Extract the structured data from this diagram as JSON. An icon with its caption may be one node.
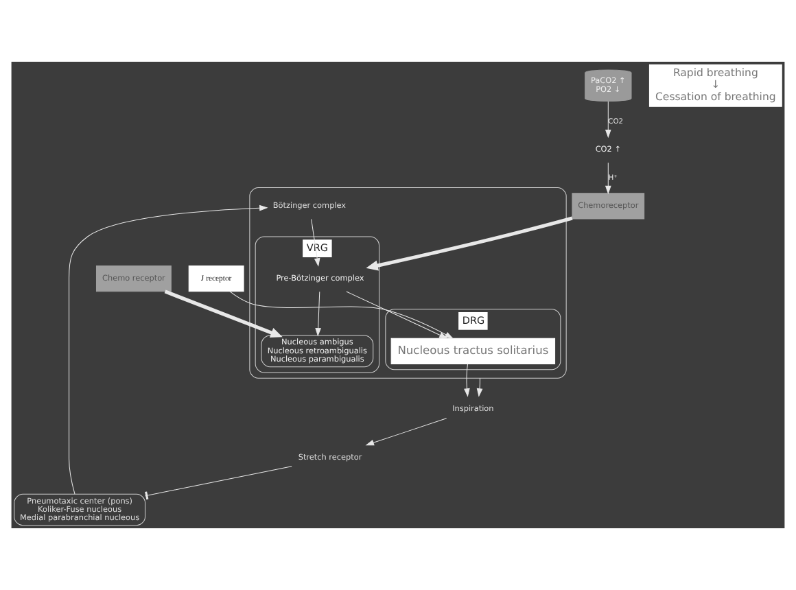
{
  "diagram": {
    "nodes": [
      {
        "text": [
          "PaCO2 ↑",
          "PO2 ↓"
        ]
      },
      {
        "text": [
          "CO2 ↑"
        ]
      },
      {
        "text": [
          "Chemoreceptor"
        ]
      },
      {
        "text": [
          "Chemo receptor"
        ]
      },
      {
        "text": [
          "Pneumotaxic center (pons)",
          "Koliker-Fuse nucleous",
          "Medial parabranchial nucleous"
        ]
      },
      {
        "text": [],
        "shape": "box"
      },
      {
        "text": [
          "Bötzinger complex"
        ],
        "in": 5
      },
      {
        "text": [
          "VRG"
        ],
        "in": 5
      },
      {
        "text": [
          "Pre-Bötzinger complex"
        ],
        "in": 7
      },
      {
        "text": [
          "Nucleous ambigus",
          "Nucleous retroambigualis",
          "Nucleous parambigualis"
        ],
        "in": 7
      },
      {
        "text": [
          "DRG"
        ],
        "in": 5
      },
      {
        "text": [
          "Nucleous tractus solitarius"
        ],
        "in": 10
      },
      {
        "text": [
          "Rapid breathing",
          "↓",
          "Cessation of breathing"
        ]
      },
      {
        "text": [
          "J receptor"
        ]
      },
      {
        "text": [
          "Inspiration"
        ]
      },
      {
        "text": [
          "Stretch receptor"
        ]
      }
    ],
    "edges": [
      {
        "from": 0,
        "to": 1,
        "arrow": "to",
        "label": "CO2"
      },
      {
        "from": 1,
        "to": 2,
        "arrow": "to",
        "label": "H⁺"
      },
      {
        "from": 2,
        "to": 8,
        "arrow": "to",
        "style": "thick"
      },
      {
        "from": 3,
        "to": 9,
        "arrow": "to",
        "style": "thick"
      },
      {
        "from": 4,
        "to": 6,
        "arrow": "to"
      },
      {
        "from": 6,
        "to": 8,
        "arrow": "to"
      },
      {
        "from": 8,
        "to": 9,
        "arrow": "to"
      },
      {
        "from": 8,
        "to": 11,
        "arrow": "to"
      },
      {
        "from": 11,
        "to": 14,
        "arrow": "to"
      },
      {
        "from": 5,
        "to": 14,
        "arrow": "to"
      },
      {
        "from": 14,
        "to": 15,
        "arrow": "to"
      },
      {
        "from": 15,
        "to": 4,
        "arrow": "other"
      },
      {
        "from": 13,
        "to": 11,
        "arrow": "to"
      }
    ]
  }
}
